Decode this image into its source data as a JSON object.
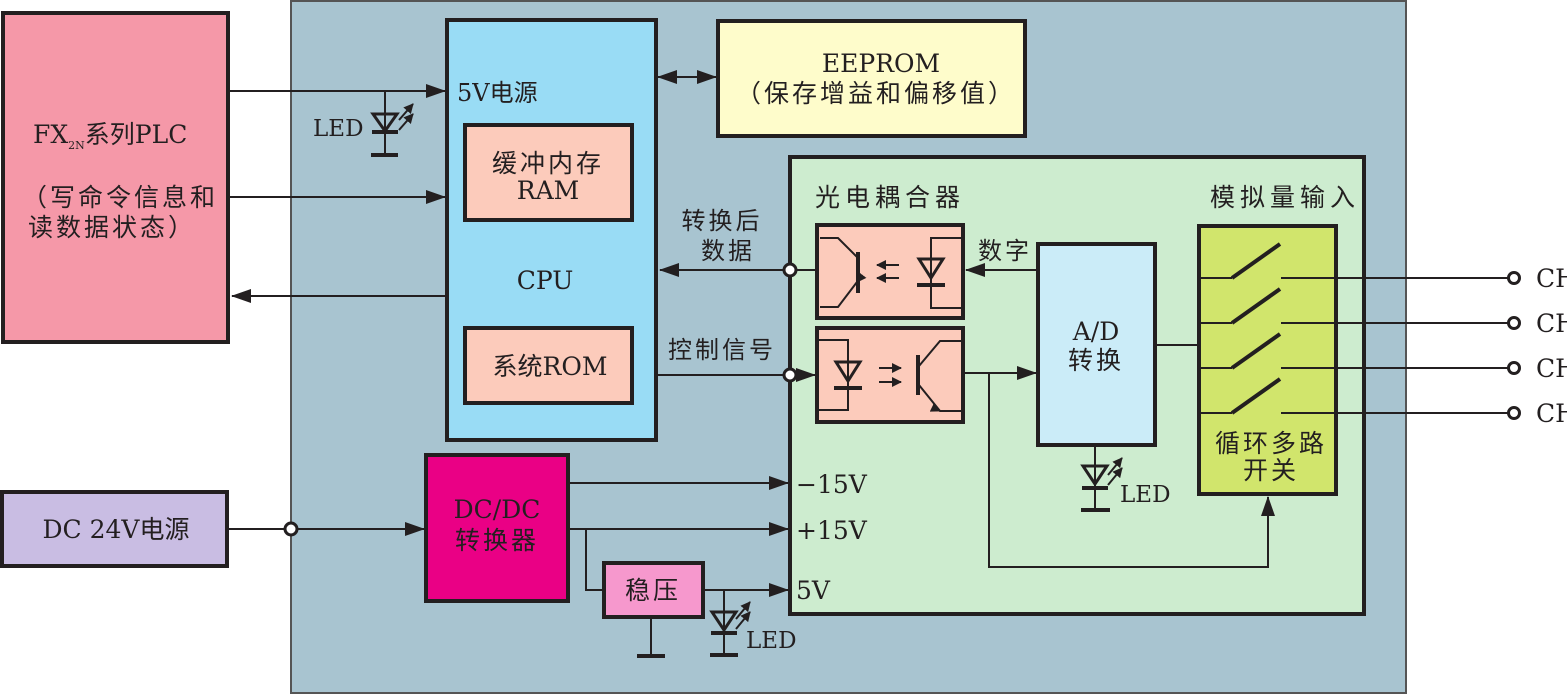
{
  "colors": {
    "plc_fill": "#f598a8",
    "module_fill": "#a8c4d0",
    "cpu_fill": "#99dcf5",
    "memory_fill": "#fccbbb",
    "eeprom_fill": "#fefccb",
    "analog_section_fill": "#cdeccf",
    "optocoupler_fill": "#fccbbb",
    "adc_fill": "#cbecf8",
    "mux_fill": "#d1e56c",
    "dc24_fill": "#c9bde3",
    "dcdc_fill": "#ea0085",
    "regulator_fill": "#f698cd",
    "line": "#231f20"
  },
  "plc": {
    "title_prefix": "FX",
    "title_sub": "2N",
    "title_suffix": "系列PLC",
    "desc_line1": "（写命令信息和",
    "desc_line2": "读数据状态）"
  },
  "plc_led_label": "LED",
  "cpu": {
    "power_label": "5V电源",
    "ram_line1": "缓冲内存",
    "ram_line2": "RAM",
    "label": "CPU",
    "rom_label": "系统ROM"
  },
  "eeprom": {
    "title": "EEPROM",
    "desc": "（保存增益和偏移值）"
  },
  "signals": {
    "converted_data_line1": "转换后",
    "converted_data_line2": "数据",
    "control_signal": "控制信号",
    "digital": "数字"
  },
  "optocoupler": {
    "label": "光电耦合器"
  },
  "adc": {
    "line1": "A/D",
    "line2": "转换",
    "led_label": "LED"
  },
  "analog_input": {
    "title": "模拟量输入",
    "mux_line1": "循环多路",
    "mux_line2": "开关",
    "channels": [
      "CH",
      "CH",
      "CH",
      "CH"
    ]
  },
  "power": {
    "dc24_label": "DC  24V电源",
    "dcdc_line1": "DC/DC",
    "dcdc_line2": "转换器",
    "regulator_label": "稳压",
    "minus15": "−15V",
    "plus15": "+15V",
    "v5": "5V",
    "led_label": "LED"
  }
}
